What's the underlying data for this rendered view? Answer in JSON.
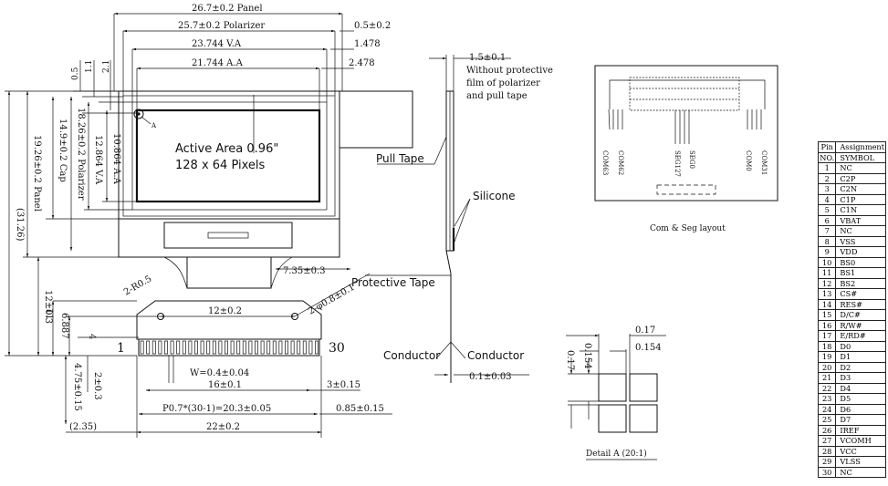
{
  "front": {
    "panel": "26.7±0.2 Panel",
    "polarizer": "25.7±0.2 Polarizer",
    "va": "23.744 V.A",
    "aa": "21.744 A.A",
    "d_0_5": "0.5±0.2",
    "d_1_478": "1.478",
    "d_2_478": "2.478",
    "v_0_5": "0.5",
    "v_1_1": "1.1",
    "v_2_1": "2.1",
    "h_panel": "19.26±0.2 Panel",
    "h_cap": "14.9±0.2 Cap",
    "h_pol": "18.26±0.2 Polarizer",
    "h_va": "12.864 V.A",
    "h_aa": "10.864 A.A",
    "h_total": "(31.26)",
    "h_12": "12±0.3",
    "h_11": "11",
    "h_6887": "6.887",
    "h_4": "4",
    "h_475": "4.75±0.15",
    "h_2": "2±0.3",
    "active_line1": "Active Area 0.96\"",
    "active_line2": "128  x 64 Pixels",
    "mark_a": "A",
    "r05": "2-R0.5",
    "d_735": "7.35±0.3",
    "phi": "2-φ0.8±0.1",
    "d_12": "12±0.2",
    "pin_first": "1",
    "pin_last": "30",
    "w": "W=0.4±0.04",
    "d_16": "16±0.1",
    "d_3": "3±0.15",
    "pitch": "P0.7*(30-1)=20.3±0.05",
    "d_085": "0.85±0.15",
    "d_235": "(2.35)",
    "d_22": "22±0.2"
  },
  "side": {
    "d_15": "1.5±0.1",
    "note_1": "Without protective",
    "note_2": "film of polarizer",
    "note_3": "and pull tape",
    "pull_tape": "Pull Tape",
    "silicone": "Silicone",
    "protective_tape": "Protective Tape",
    "conductor_left": "Conductor",
    "conductor_right": "Conductor",
    "d_01": "0.1±0.03"
  },
  "layout": {
    "caption": "Com & Seg layout",
    "com63": "COM63",
    "com62": "COM62",
    "seg0": "SEG0",
    "seg127": "SEG127",
    "com31": "COM31",
    "com0": "COM0"
  },
  "detail": {
    "caption": "Detail A (20:1)",
    "h_017": "0.17",
    "h_0154": "0.154",
    "v_017": "0.17",
    "v_0154": "0.154"
  },
  "pin_table": {
    "header": [
      "Pin",
      "Assignment"
    ],
    "subheader": [
      "NO.",
      "SYMBOL"
    ],
    "rows": [
      [
        "1",
        "NC"
      ],
      [
        "2",
        "C2P"
      ],
      [
        "3",
        "C2N"
      ],
      [
        "4",
        "C1P"
      ],
      [
        "5",
        "C1N"
      ],
      [
        "6",
        "VBAT"
      ],
      [
        "7",
        "NC"
      ],
      [
        "8",
        "VSS"
      ],
      [
        "9",
        "VDD"
      ],
      [
        "10",
        "BS0"
      ],
      [
        "11",
        "BS1"
      ],
      [
        "12",
        "BS2"
      ],
      [
        "13",
        "CS#"
      ],
      [
        "14",
        "RES#"
      ],
      [
        "15",
        "D/C#"
      ],
      [
        "16",
        "R/W#"
      ],
      [
        "17",
        "E/RD#"
      ],
      [
        "18",
        "D0"
      ],
      [
        "19",
        "D1"
      ],
      [
        "20",
        "D2"
      ],
      [
        "21",
        "D3"
      ],
      [
        "22",
        "D4"
      ],
      [
        "23",
        "D5"
      ],
      [
        "24",
        "D6"
      ],
      [
        "25",
        "D7"
      ],
      [
        "26",
        "IREF"
      ],
      [
        "27",
        "VCOMH"
      ],
      [
        "28",
        "VCC"
      ],
      [
        "29",
        "VLSS"
      ],
      [
        "30",
        "NC"
      ]
    ]
  }
}
